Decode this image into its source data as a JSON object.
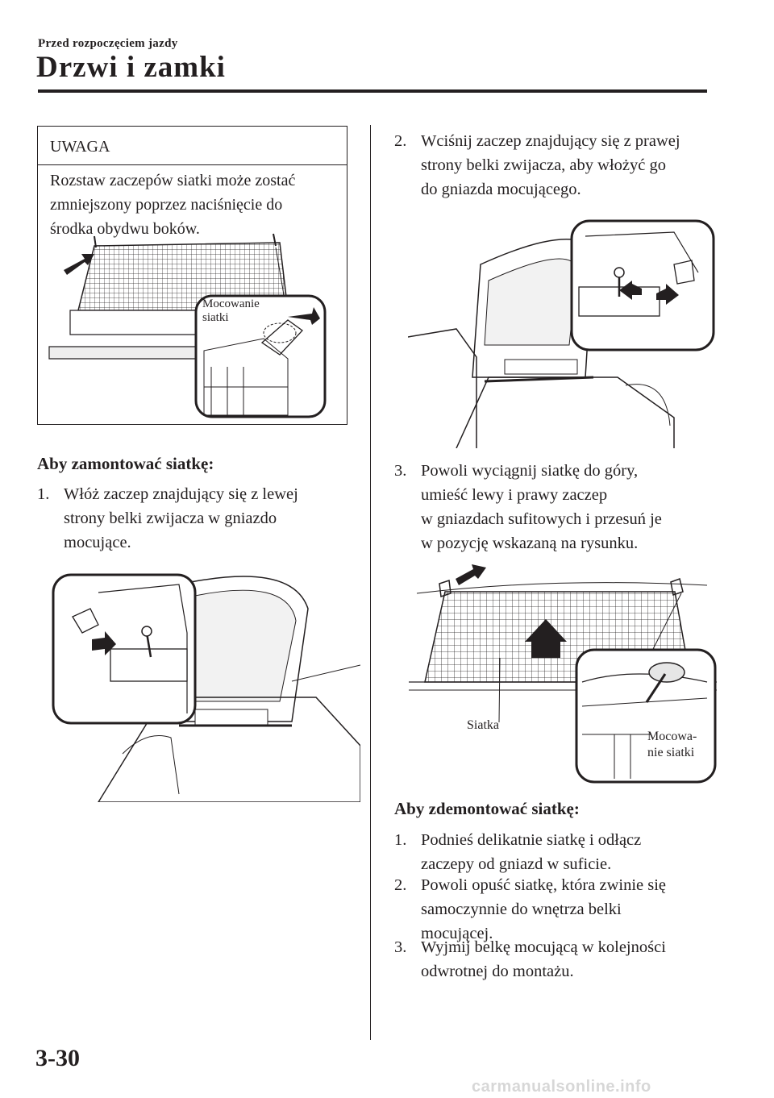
{
  "header": {
    "section": "Przed rozpoczęciem jazdy",
    "chapter": "Drzwi i zamki"
  },
  "note": {
    "title": "UWAGA",
    "lines": [
      "Rozstaw zaczepów siatki może zostać",
      "zmniejszony poprzez naciśnięcie do",
      "środka obydwu boków."
    ],
    "figure_label_lines": [
      "Mocowanie",
      "siatki"
    ]
  },
  "install": {
    "heading": "Aby zamontować siatkę:",
    "steps": [
      {
        "num": "1.",
        "lines": [
          "Włóż zaczep znajdujący się z lewej",
          "strony belki zwijacza w gniazdo",
          "mocujące."
        ]
      },
      {
        "num": "2.",
        "lines": [
          "Wciśnij zaczep znajdujący się z prawej",
          "strony belki zwijacza, aby włożyć go",
          "do gniazda mocującego."
        ]
      },
      {
        "num": "3.",
        "lines": [
          "Powoli wyciągnij siatkę do góry,",
          "umieść lewy i prawy zaczep",
          "w gniazdach sufitowych i przesuń je",
          "w pozycję wskazaną na rysunku."
        ]
      }
    ],
    "figure3_labels": {
      "net": "Siatka",
      "anchor_lines": [
        "Mocowa-",
        "nie siatki"
      ]
    }
  },
  "remove": {
    "heading": "Aby zdemontować siatkę:",
    "steps": [
      {
        "num": "1.",
        "lines": [
          "Podnieś delikatnie siatkę i odłącz",
          "zaczepy od gniazd w suficie."
        ]
      },
      {
        "num": "2.",
        "lines": [
          "Powoli opuść siatkę, która zwinie się",
          "samoczynnie do wnętrza belki",
          "mocującej."
        ]
      },
      {
        "num": "3.",
        "lines": [
          "Wyjmij belkę mocującą w kolejności",
          "odwrotnej do montażu."
        ]
      }
    ]
  },
  "footer": {
    "page_number": "3-30",
    "watermark": "carmanualsonline.info"
  }
}
